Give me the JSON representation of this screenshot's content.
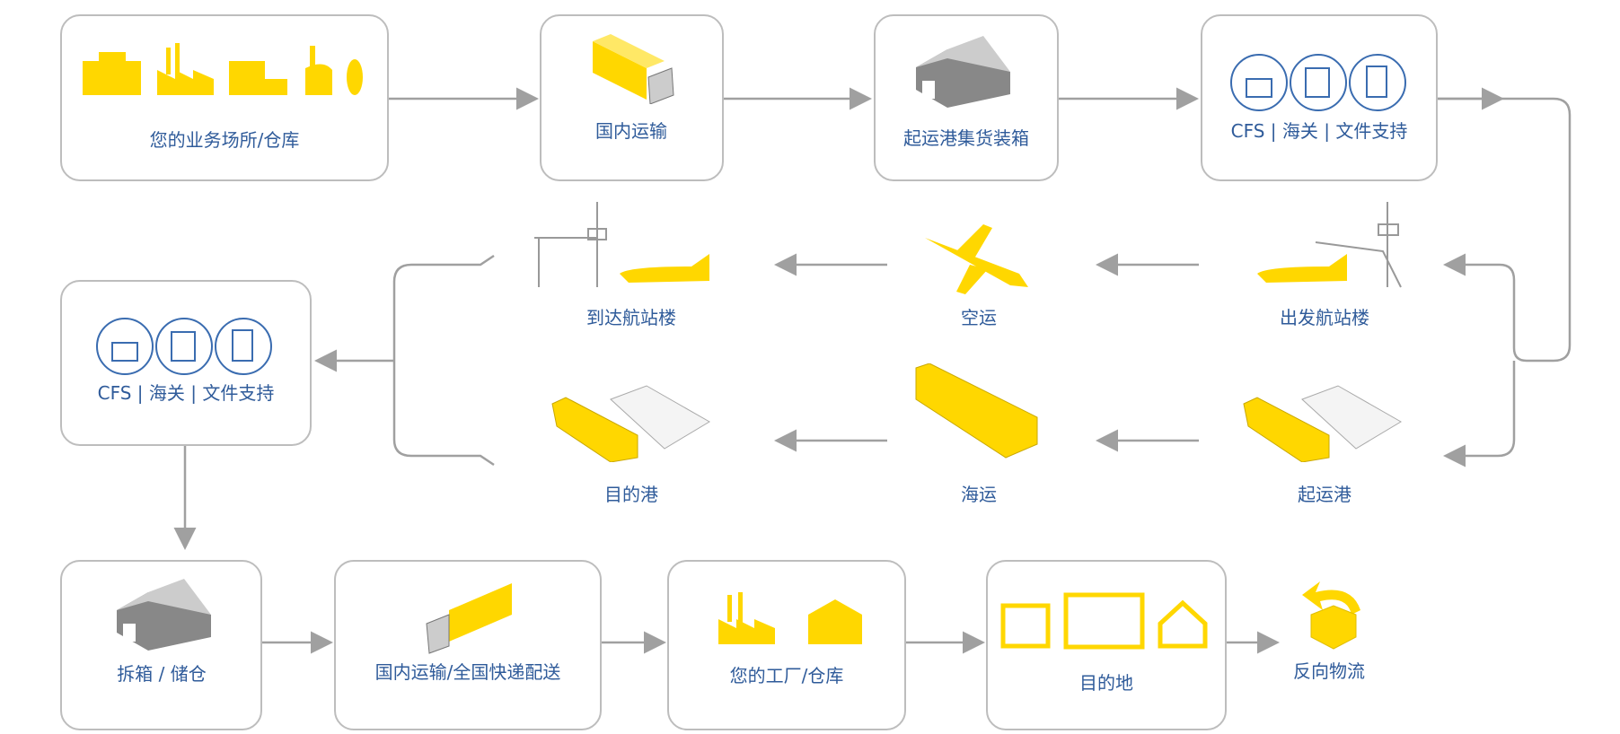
{
  "colors": {
    "accent": "#ffd700",
    "label": "#2f5b9a",
    "line": "#a0a0a0",
    "icon_blue": "#3a6cb0"
  },
  "steps": {
    "origin_site": "您的业务场所/仓库",
    "domestic_transport": "国内运输",
    "origin_consolidation": "起运港集货装箱",
    "origin_cfs": "CFS | 海关 | 文件支持",
    "arrival_terminal": "到达航站楼",
    "air_freight": "空运",
    "departure_terminal": "出发航站楼",
    "destination_port": "目的港",
    "sea_freight": "海运",
    "origin_port": "起运港",
    "dest_cfs": "CFS | 海关 | 文件支持",
    "devanning_storage": "拆箱 /  储仓",
    "domestic_delivery": "国内运输/全国快递配送",
    "your_factory": "您的工厂/仓库",
    "destination": "目的地",
    "reverse_logistics": "反向物流"
  }
}
